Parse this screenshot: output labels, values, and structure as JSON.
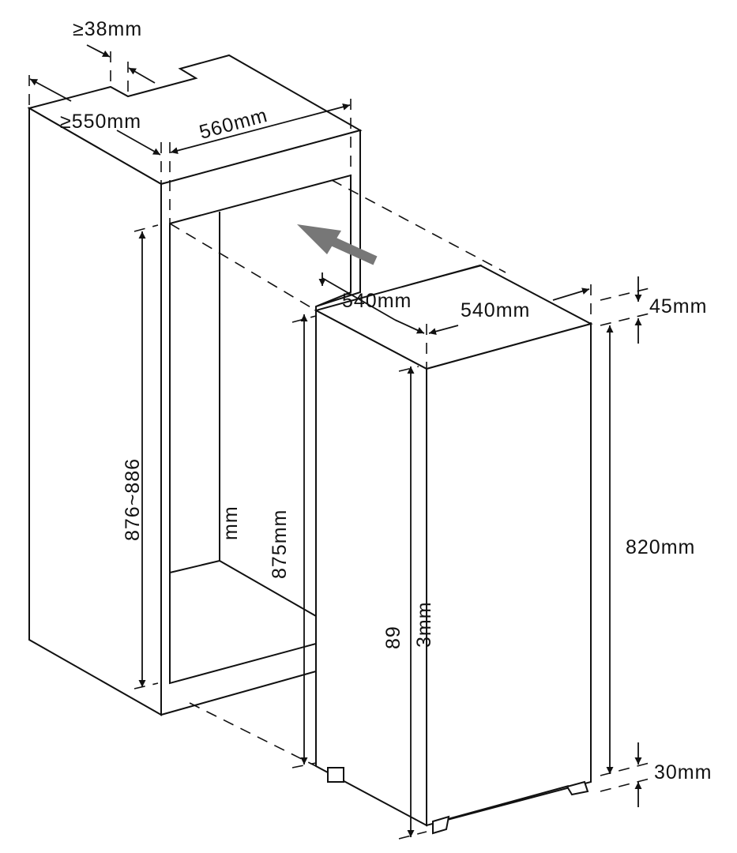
{
  "labels": {
    "clearance_top": "≥38mm",
    "cabinet_depth": "≥550mm",
    "cabinet_width": "560mm",
    "niche_height": "876~886",
    "niche_height_unit": "mm",
    "appliance_depth": "540mm",
    "appliance_width": "540mm",
    "appliance_height": "875mm",
    "door_height_a": "89",
    "door_height_b": "3mm",
    "top_offset": "45mm",
    "door_panel_height": "820mm",
    "bottom_offset": "30mm"
  },
  "colors": {
    "line": "#111111",
    "insert_arrow": "#777777"
  }
}
